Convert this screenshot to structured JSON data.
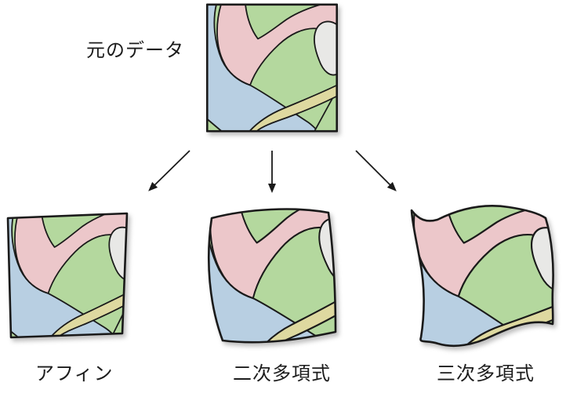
{
  "labels": {
    "original": "元のデータ",
    "affine": "アフィン",
    "second_order": "二次多項式",
    "third_order": "三次多項式"
  },
  "colors": {
    "background": "#ffffff",
    "label_text": "#1c1c1c",
    "outline": "#1a1a1a",
    "arrow": "#1a1a1a",
    "region_pink": "#ecc7ca",
    "region_green": "#b4d89e",
    "region_blue": "#b8cfe2",
    "region_gray": "#e8e8e6",
    "region_yellow": "#ded9a0"
  }
}
